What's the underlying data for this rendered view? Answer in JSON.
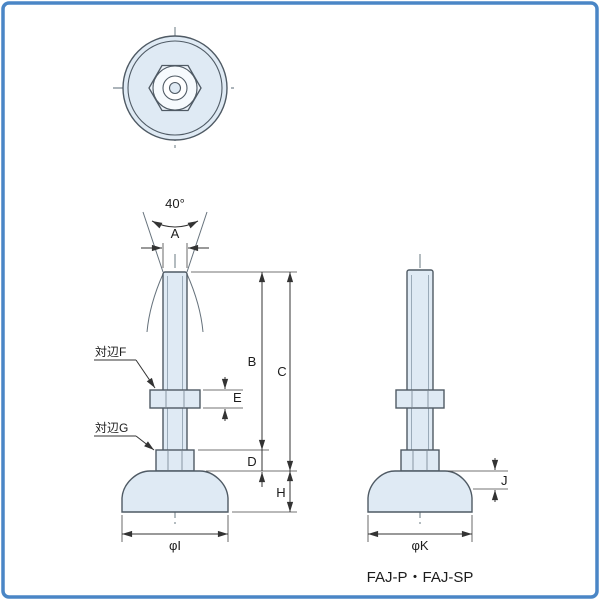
{
  "title": "FAJ-P・FAJ-SP",
  "colors": {
    "border": "#4a86c6",
    "part_fill": "#dfeaf4",
    "part_outline": "#4f5a64",
    "dimension_line": "#333333"
  },
  "front_view": {
    "angle_label": "40°",
    "dim_a": "A",
    "flats_f_label": "対辺F",
    "flats_g_label": "対辺G",
    "dim_b": "B",
    "dim_c": "C",
    "dim_d": "D",
    "dim_e": "E",
    "dim_h": "H",
    "dim_phi_i": "φI"
  },
  "side_view": {
    "dim_j": "J",
    "dim_phi_k": "φK"
  }
}
